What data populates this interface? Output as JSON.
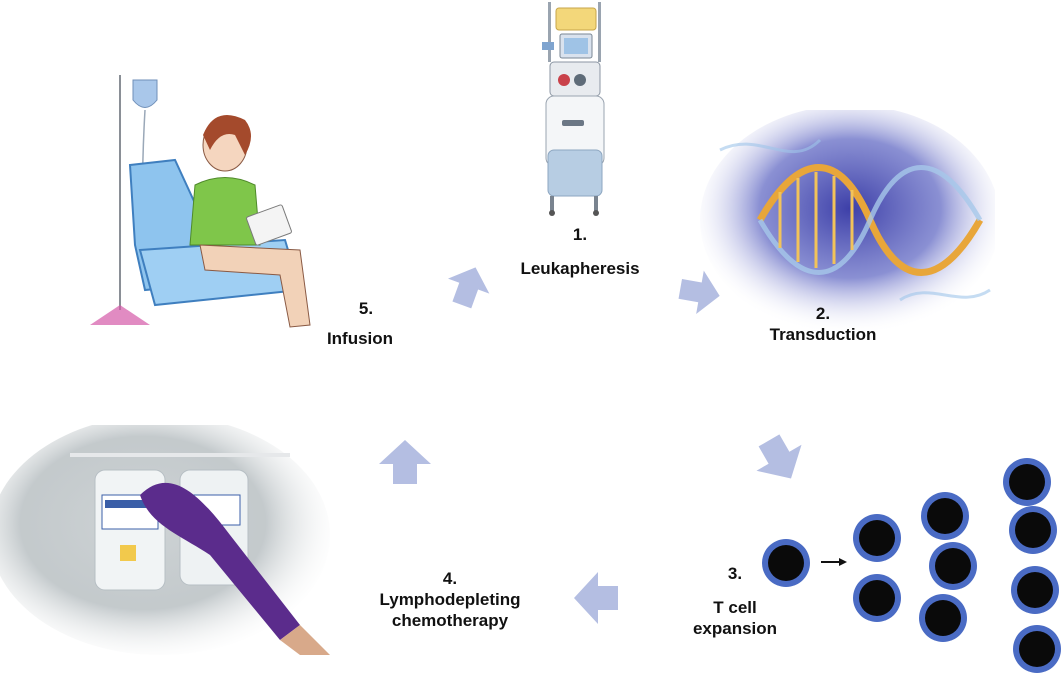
{
  "colors": {
    "arrow": "#b4bee2",
    "cell_ring": "#4a6bc4",
    "cell_core": "#0a0a0a",
    "small_arrow": "#111111"
  },
  "steps": [
    {
      "number": "1.",
      "title": "Leukapheresis",
      "icon": "apheresis-machine-icon"
    },
    {
      "number": "2.",
      "title": "Transduction",
      "icon": "dna-helix-icon"
    },
    {
      "number": "3.",
      "title_line1": "T cell",
      "title_line2": "expansion",
      "icon": "cell-expansion-icon"
    },
    {
      "number": "4.",
      "title_line1": "Lymphodepleting",
      "title_line2": "chemotherapy",
      "icon": "iv-bags-icon"
    },
    {
      "number": "5.",
      "title": "Infusion",
      "icon": "patient-infusion-icon"
    }
  ],
  "flow_arrows": [
    "arrow-1-to-2",
    "arrow-2-to-3",
    "arrow-3-to-4",
    "arrow-4-to-5",
    "arrow-5-to-1"
  ]
}
